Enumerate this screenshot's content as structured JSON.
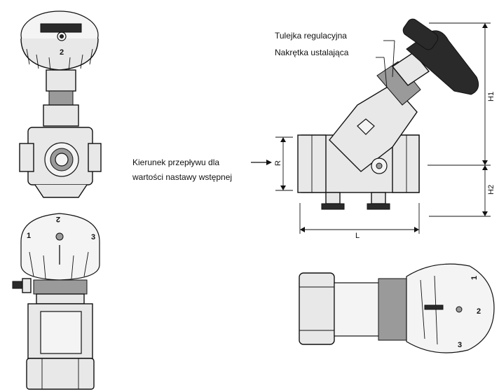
{
  "labels": {
    "adjusting_sleeve": "Tulejka regulacyjna",
    "locking_nut": "Nakrętka ustalająca",
    "flow_direction_line1": "Kierunek przepływu dla",
    "flow_direction_line2": "wartości nastawy wstępnej"
  },
  "dimensions": {
    "h1": "H1",
    "h2": "H2",
    "l": "L",
    "r": "R"
  },
  "scale_numbers": {
    "front_top": "2",
    "side_bottom_1": "1",
    "side_bottom_2": "2",
    "side_bottom_3": "3",
    "right_bottom_1": "1",
    "right_bottom_2": "2",
    "right_bottom_3": "3"
  }
}
